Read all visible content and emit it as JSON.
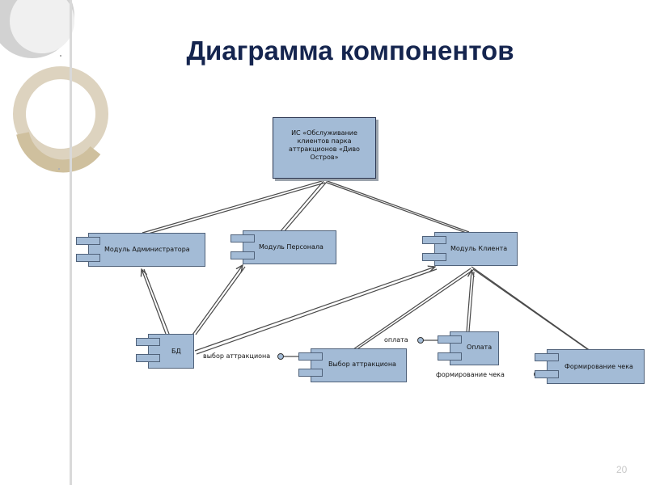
{
  "slide": {
    "title": "Диаграмма компонентов",
    "page_number": "20"
  },
  "colors": {
    "title": "#15254f",
    "component_fill": "#a3bbd6",
    "component_border": "#50627a",
    "connector": "#4a4a4a"
  },
  "diagram": {
    "system": {
      "lines": [
        "ИС «Обслуживание",
        "клиентов парка",
        "аттракционов «Диво",
        "Остров»"
      ]
    },
    "components": {
      "admin_module": "Модуль Администратора",
      "staff_module": "Модуль Персонала",
      "client_module": "Модуль Клиента",
      "db": "БД",
      "ride_selection": "Выбор аттракциона",
      "payment": "Оплата",
      "receipt": "Формирование чека"
    },
    "interfaces": {
      "ride_selection": "выбор аттракциона",
      "payment": "оплата",
      "receipt": "формирование чека"
    }
  }
}
